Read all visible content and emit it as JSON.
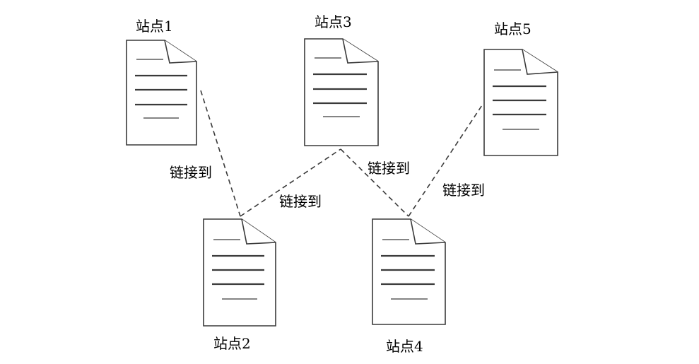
{
  "sites": [
    {
      "id": "site1",
      "label": "站点1"
    },
    {
      "id": "site2",
      "label": "站点2"
    },
    {
      "id": "site3",
      "label": "站点3"
    },
    {
      "id": "site4",
      "label": "站点4"
    },
    {
      "id": "site5",
      "label": "站点5"
    }
  ],
  "links": [
    {
      "from": "site1",
      "to": "site2",
      "label": "链接到"
    },
    {
      "from": "site2",
      "to": "site3",
      "label": "链接到"
    },
    {
      "from": "site3",
      "to": "site4",
      "label": "链接到"
    },
    {
      "from": "site4",
      "to": "site5",
      "label": "链接到"
    }
  ],
  "colors": {
    "stroke": "#3a3a3a",
    "text": "#000000",
    "background": "#ffffff"
  }
}
